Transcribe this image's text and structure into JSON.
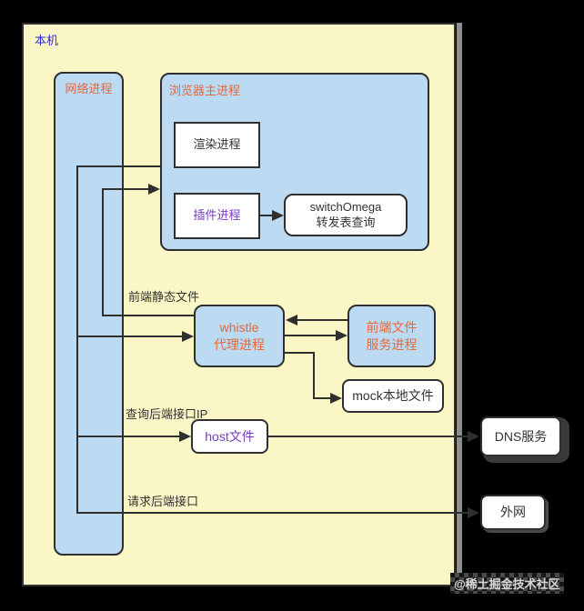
{
  "colors": {
    "background": "#000000",
    "page_fill": "#FAF6C6",
    "node_blue_fill": "#BDDAF3",
    "node_white_fill": "#FFFFFF",
    "border_and_lines": "#2F2F2F",
    "accent_orange": "#E4683A",
    "accent_purple": "#7B3AC6",
    "accent_blue": "#2D2DCF",
    "gray_edge_bar": "#8F8F8F"
  },
  "diagram": {
    "title": "本机",
    "nodes": {
      "network_process": {
        "label": "网络进程"
      },
      "browser_main_process": {
        "label": "浏览器主进程"
      },
      "render_process": {
        "label": "渲染进程"
      },
      "plugin_process": {
        "label": "插件进程"
      },
      "switch_omega": {
        "line1": "switchOmega",
        "line2": "转发表查询"
      },
      "whistle_proxy": {
        "line1": "whistle",
        "line2": "代理进程"
      },
      "frontend_file_server": {
        "line1": "前端文件",
        "line2": "服务进程"
      },
      "mock_local_file": {
        "label": "mock本地文件"
      },
      "host_file": {
        "label": "host文件"
      },
      "dns_service": {
        "label": "DNS服务"
      },
      "external_network": {
        "label": "外网"
      }
    },
    "edge_labels": {
      "frontend_static_files": "前端静态文件",
      "query_backend_ip": "查询后端接口IP",
      "request_backend_api": "请求后端接口"
    }
  },
  "watermark": "@稀土掘金技术社区"
}
